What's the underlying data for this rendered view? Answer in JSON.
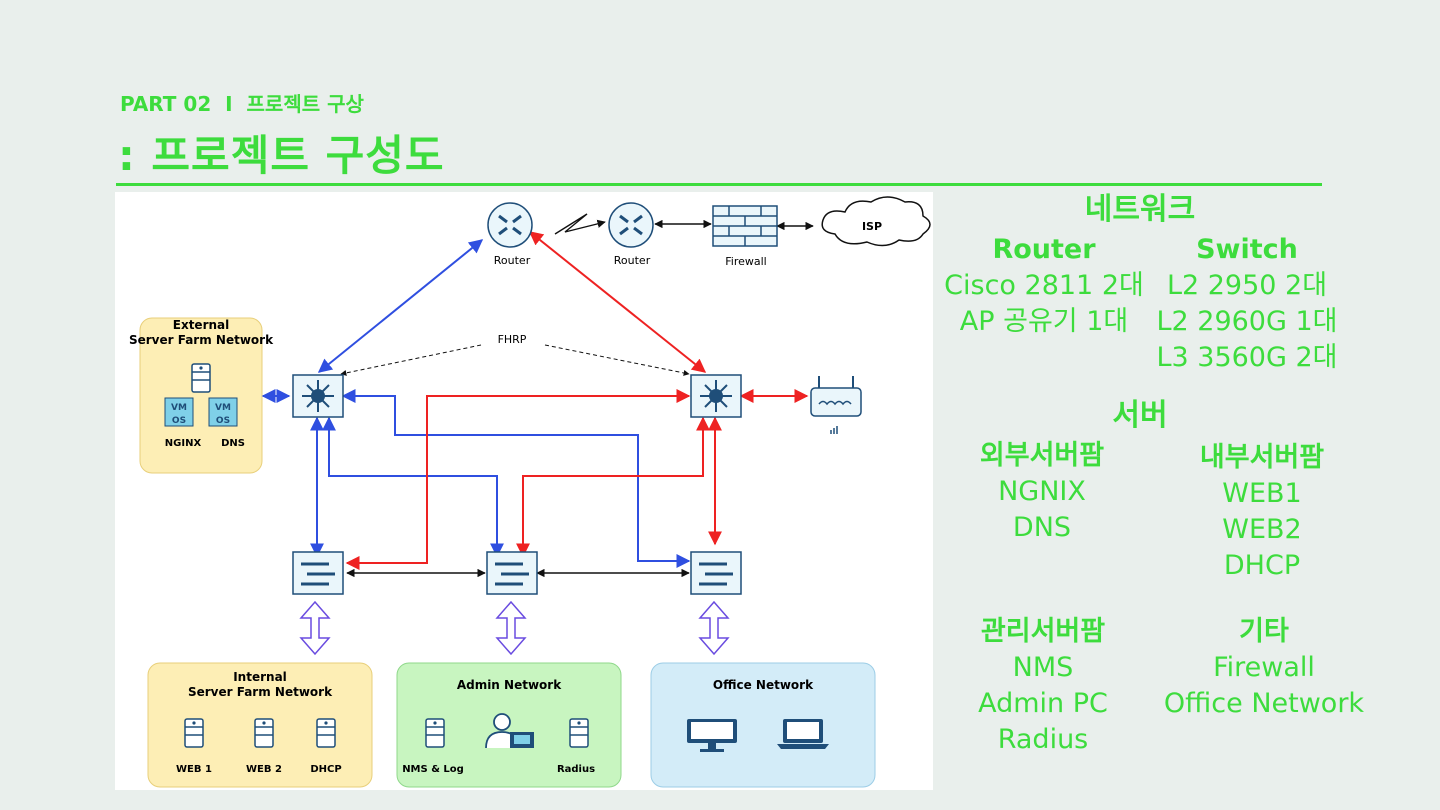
{
  "header": {
    "part": "PART 02  I  프로젝트 구상",
    "title": ": 프로젝트 구성도"
  },
  "diagram": {
    "router1": "Router",
    "router2": "Router",
    "firewall": "Firewall",
    "isp": "ISP",
    "fhrp": "FHRP",
    "external_box": {
      "line1": "External",
      "line2": "Server Farm Network",
      "nginx": "NGINX",
      "dns": "DNS",
      "vm": "VM",
      "os": "OS"
    },
    "internal_box": {
      "line1": "Internal",
      "line2": "Server Farm Network",
      "web1": "WEB 1",
      "web2": "WEB 2",
      "dhcp": "DHCP"
    },
    "admin_box": {
      "title": "Admin Network",
      "nms": "NMS & Log",
      "radius": "Radius"
    },
    "office_box": {
      "title": "Office Network"
    },
    "colors": {
      "blue": "#2f4fe0",
      "red": "#ee2222",
      "yellow_box": "#fdeeb5",
      "green_box": "#c8f5c0",
      "blue_box": "#d3ecf8",
      "device": "#1f4e79"
    }
  },
  "sidebar": {
    "network": {
      "heading": "네트워크",
      "router": {
        "heading": "Router",
        "items": [
          "Cisco 2811 2대",
          "AP 공유기 1대"
        ]
      },
      "switch": {
        "heading": "Switch",
        "items": [
          "L2 2950 2대",
          "L2 2960G 1대",
          "L3 3560G 2대"
        ]
      }
    },
    "server": {
      "heading": "서버",
      "external": {
        "heading": "외부서버팜",
        "items": [
          "NGNIX",
          "DNS"
        ]
      },
      "internal": {
        "heading": "내부서버팜",
        "items": [
          "WEB1",
          "WEB2",
          "DHCP"
        ]
      },
      "management": {
        "heading": "관리서버팜",
        "items": [
          "NMS",
          "Admin PC",
          "Radius"
        ]
      },
      "etc": {
        "heading": "기타",
        "items": [
          "Firewall",
          "Office Network"
        ]
      }
    }
  }
}
